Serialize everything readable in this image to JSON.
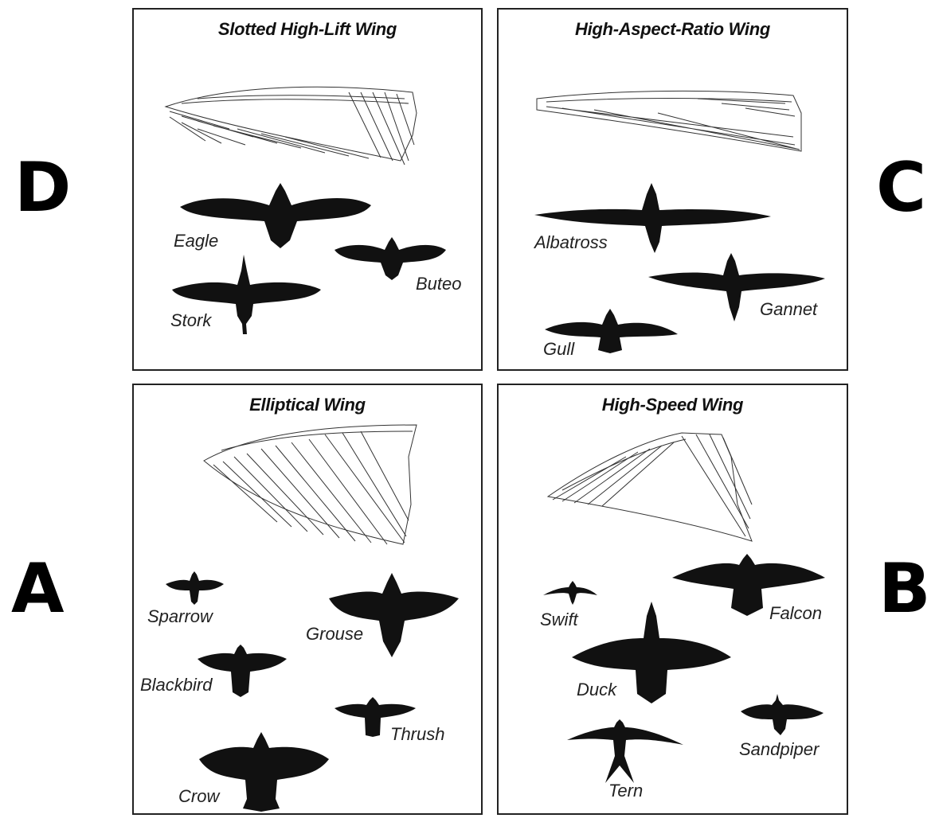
{
  "letters": {
    "d": "D",
    "c": "C",
    "a": "A",
    "b": "B"
  },
  "panels": {
    "slotted": {
      "title": "Slotted High-Lift Wing",
      "birds": [
        "Eagle",
        "Buteo",
        "Stork"
      ]
    },
    "aspect": {
      "title": "High-Aspect-Ratio Wing",
      "birds": [
        "Albatross",
        "Gannet",
        "Gull"
      ]
    },
    "elliptical": {
      "title": "Elliptical Wing",
      "birds": [
        "Sparrow",
        "Grouse",
        "Blackbird",
        "Thrush",
        "Crow"
      ]
    },
    "speed": {
      "title": "High-Speed Wing",
      "birds": [
        "Swift",
        "Falcon",
        "Duck",
        "Tern",
        "Sandpiper"
      ]
    }
  },
  "colors": {
    "silhouette": "#111111",
    "line": "#333333",
    "border": "#222222"
  }
}
